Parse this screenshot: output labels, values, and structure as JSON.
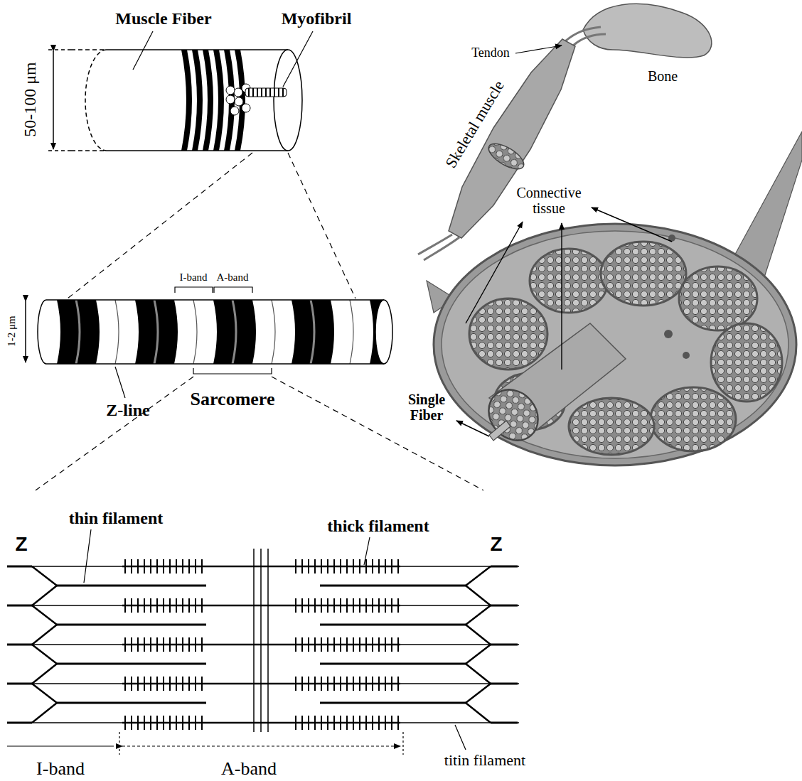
{
  "diagram": {
    "labels": [
      "Muscle Fiber",
      "Myofibril",
      "50-100 μm",
      "I-band",
      "A-band",
      "1-2 μm",
      "Z-line",
      "Sarcomere",
      "thin filament",
      "thick filament",
      "Z",
      "Z",
      "I-band",
      "A-band",
      "titin filament",
      "Tendon",
      "Bone",
      "Skeletal muscle",
      "Connective tissue",
      "Single Fiber"
    ]
  }
}
